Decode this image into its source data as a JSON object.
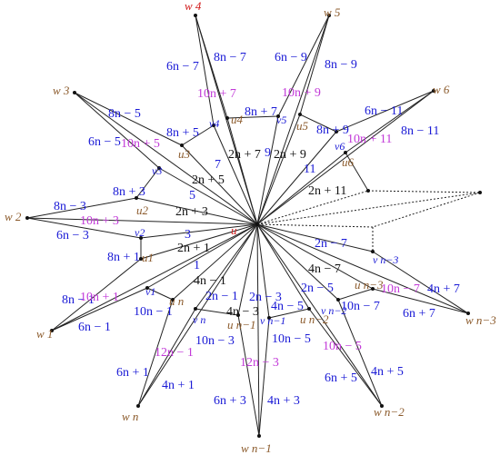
{
  "vertices": {
    "center": "u",
    "w": [
      "w 4",
      "w 5",
      "w 3",
      "w 6",
      "w 2",
      "w 1",
      "w n",
      "w n−1",
      "w n−2",
      "w n−3"
    ],
    "u": [
      "u4",
      "u5",
      "u3",
      "u6",
      "u2",
      "u1",
      "u n",
      "u n−1",
      "u n−2",
      "u n−3"
    ],
    "v": [
      "v4",
      "v5",
      "v6",
      "v3",
      "v2",
      "v1",
      "v n",
      "v n−1",
      "v n−2",
      "v n−3"
    ]
  },
  "labels": {
    "blue": [
      "6n − 7",
      "8n − 7",
      "6n − 9",
      "8n − 9",
      "8n − 5",
      "6n − 5",
      "8n + 5",
      "8n + 7",
      "8n + 9",
      "6n − 11",
      "8n − 11",
      "7",
      "11",
      "8n + 3",
      "5",
      "8n − 3",
      "6n − 3",
      "3",
      "8n + 1",
      "1",
      "8n − 1",
      "6n − 1",
      "10n − 1",
      "2n − 1",
      "2n − 3",
      "4n − 5",
      "10n − 3",
      "10n − 5",
      "10n − 7",
      "2n − 5",
      "2n − 7",
      "6n + 1",
      "4n + 1",
      "6n + 3",
      "4n + 3",
      "6n + 5",
      "4n + 5",
      "6n + 7",
      "4n + 7",
      "9"
    ],
    "black": [
      "2n + 7",
      "2n + 9",
      "2n + 5",
      "2n + 11",
      "2n + 3",
      "2n + 1",
      "4n − 1",
      "4n − 3",
      "4n − 7"
    ],
    "magenta": [
      "10n + 7",
      "10n + 9",
      "10n + 5",
      "10n + 11",
      "10n + 3",
      "10n + 1",
      "12n − 1",
      "12n − 3",
      "10n − 5",
      "10n − 7"
    ]
  }
}
